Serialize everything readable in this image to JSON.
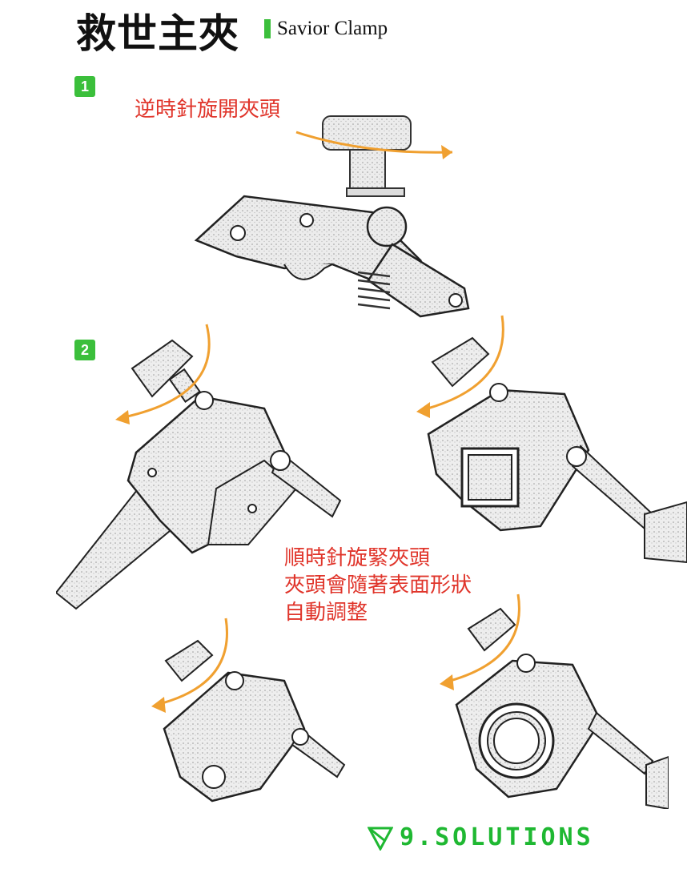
{
  "header": {
    "title_zh": "救世主夾",
    "title_en": "Savior Clamp"
  },
  "steps": [
    {
      "number": "1",
      "instruction": "逆時針旋開夾頭"
    },
    {
      "number": "2",
      "instruction_lines": [
        "順時針旋緊夾頭",
        "夾頭會隨著表面形狀",
        "自動調整"
      ]
    }
  ],
  "brand": {
    "logo_text": "9.SOLUTIONS",
    "icon": "triangle-logo-icon"
  },
  "colors": {
    "accent_green": "#3bbf3b",
    "arrow_orange": "#f0a030",
    "text_red": "#e0352b"
  }
}
